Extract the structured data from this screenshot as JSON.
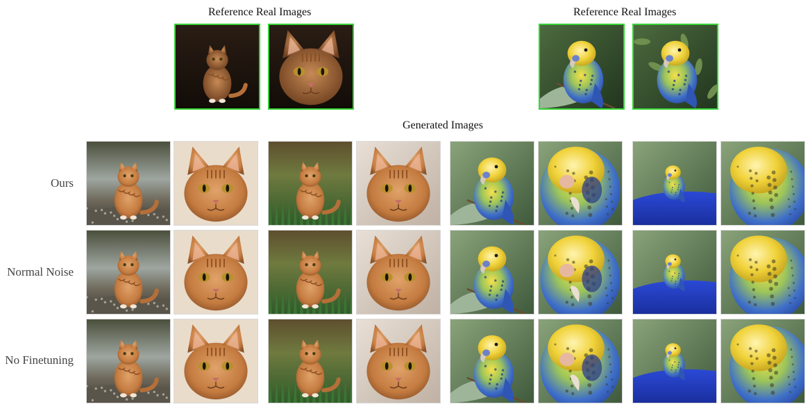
{
  "captions": {
    "ref_left": "Reference Real Images",
    "ref_right": "Reference Real Images",
    "generated": "Generated Images"
  },
  "row_labels": [
    "Ours",
    "Normal Noise",
    "No Finetuning"
  ],
  "reference_images": [
    {
      "subject": "cat-sitting-dark"
    },
    {
      "subject": "cat-portrait-dark"
    },
    {
      "subject": "parrot-branch"
    },
    {
      "subject": "parrot-leaves"
    }
  ],
  "generated_columns": [
    {
      "subject": "cat-full"
    },
    {
      "subject": "cat-face"
    },
    {
      "subject": "cat-grass"
    },
    {
      "subject": "cat-face-light"
    },
    {
      "subject": "parrot-leaf"
    },
    {
      "subject": "parrot-closeup"
    },
    {
      "subject": "parrot-blue-cloth"
    },
    {
      "subject": "parrot-feathers"
    }
  ],
  "colors": {
    "reference_border": "#35d435",
    "generated_border": "#d9d9d9"
  }
}
